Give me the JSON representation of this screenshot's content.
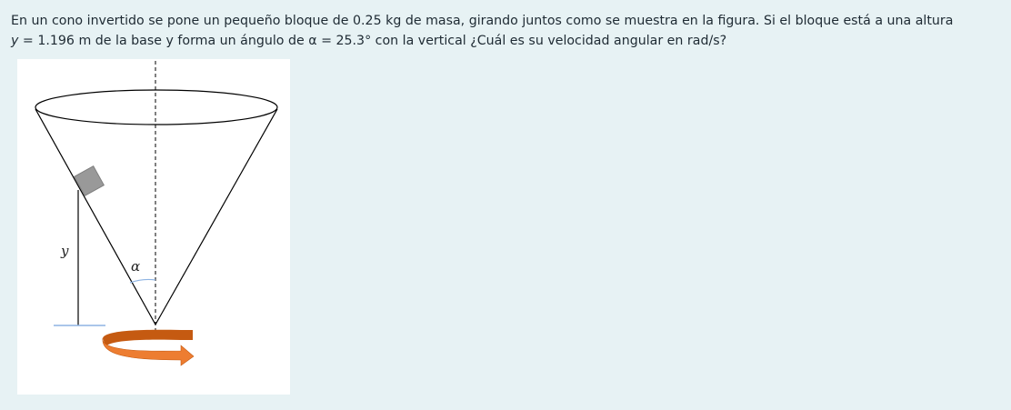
{
  "question": {
    "line1": "En un cono invertido se pone un pequeño bloque de 0.25 kg de masa, girando juntos como se muestra en la figura. Si el bloque está a una altura",
    "var_y": "y",
    "line2_rest": " = 1.196 m de la base y forma un ángulo de α = 25.3° con la vertical ¿Cuál es su velocidad angular en rad/s?"
  },
  "figure": {
    "label_y": "y",
    "label_alpha": "α",
    "colors": {
      "block": "#999999",
      "arrow_top": "#c55a11",
      "arrow_bottom": "#ed7d31",
      "angle_arc": "#8eb4e3",
      "base_line": "#8eb4e3"
    }
  }
}
